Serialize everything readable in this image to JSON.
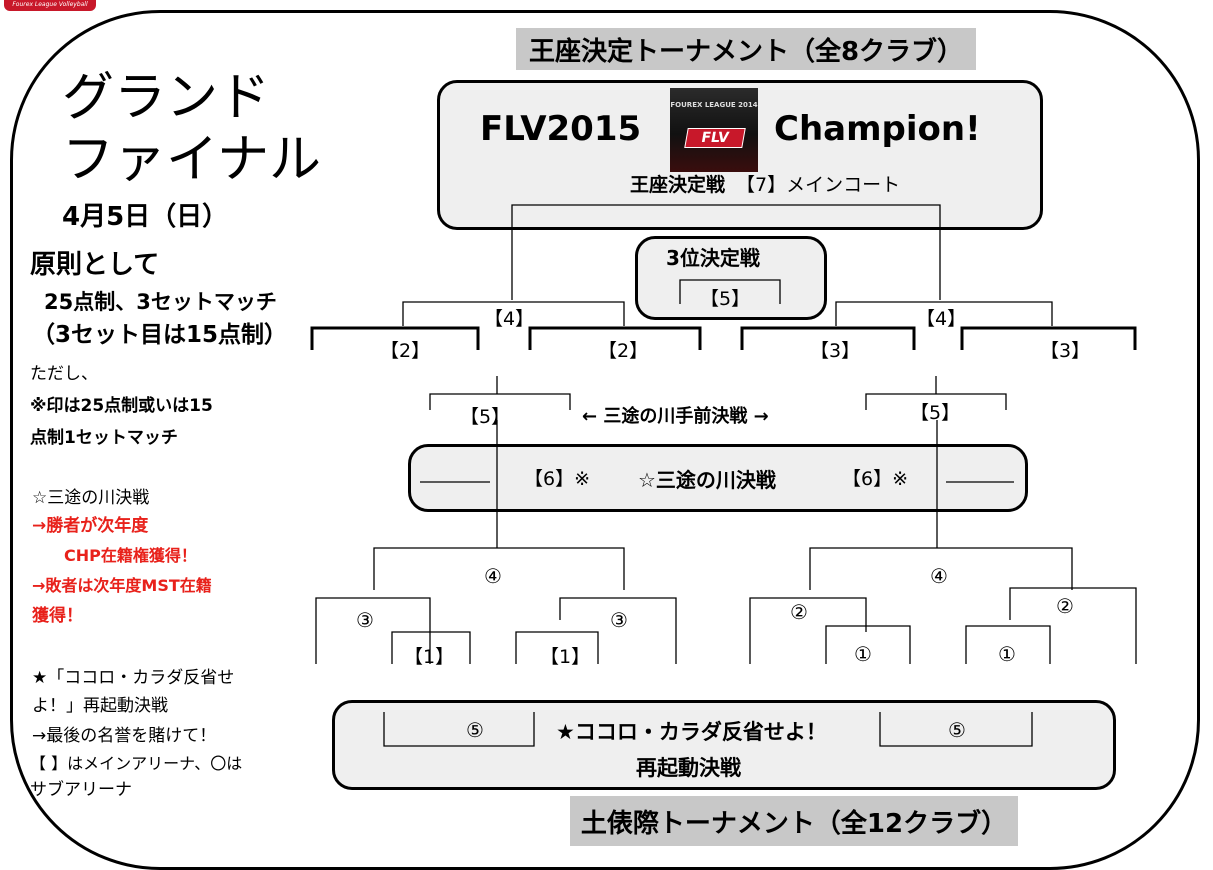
{
  "logo": {
    "text": "Fourex League Volleyball"
  },
  "banner_top": "王座決定トーナメント（全8クラブ）",
  "banner_bottom": "土俵際トーナメント（全12クラブ）",
  "sidebar": {
    "title_line1": "グランド",
    "title_line2": "ファイナル",
    "date": "4月5日（日）",
    "rule_heading": "原則として",
    "rule_line1": "25点制、3セットマッチ",
    "rule_line2": "（3セット目は15点制）",
    "rule_line3": "ただし、",
    "rule_line4": "※印は25点制或いは15",
    "rule_line5": "点制1セットマッチ",
    "sanzu_title": "☆三途の川決戦",
    "sanzu_win1": "→勝者が次年度",
    "sanzu_win2": "CHP在籍権獲得！",
    "sanzu_lose1": "→敗者は次年度MST在籍",
    "sanzu_lose2": "獲得！",
    "kokoro_line1": "★「ココロ・カラダ反省せ",
    "kokoro_line2": "よ！」再起動決戦",
    "kokoro_line3": "→最後の名誉を賭けて！",
    "kokoro_line4": "【 】はメインアリーナ、〇は",
    "kokoro_line5": "サブアリーナ"
  },
  "champion_box": {
    "left": "FLV2015",
    "right": "Champion!",
    "final_bold": "王座決定戦",
    "final_court": "【7】メインコート",
    "poster": {
      "line1": "FOUREX LEAGUE 2014",
      "logo": "FLV"
    }
  },
  "third_place": {
    "title": "3位決定戦",
    "court": "【5】"
  },
  "bracket": {
    "semi_left": "【4】",
    "semi_right": "【4】",
    "qf_l1": "【2】",
    "qf_l2": "【2】",
    "qf_r1": "【3】",
    "qf_r2": "【3】",
    "pre_left": "【5】",
    "pre_right": "【5】",
    "pre_label": "← 三途の川手前決戦 →",
    "sanzu_left": "【6】※",
    "sanzu_center": "☆三途の川決戦",
    "sanzu_right": "【6】※",
    "lower_l_top": "④",
    "lower_r_top": "④",
    "lower_l_a": "③",
    "lower_l_b": "③",
    "lower_l_c": "【1】",
    "lower_l_d": "【1】",
    "lower_r_a": "②",
    "lower_r_b": "②",
    "lower_r_c": "①",
    "lower_r_d": "①",
    "reboot_left": "⑤",
    "reboot_right": "⑤",
    "reboot_title1": "★ココロ・カラダ反省せよ！",
    "reboot_title2": "再起動決戦"
  },
  "colors": {
    "banner_bg": "#c8c8c8",
    "box_bg": "#efefef",
    "accent_red": "#e8211b",
    "logo_red": "#c8182a"
  }
}
